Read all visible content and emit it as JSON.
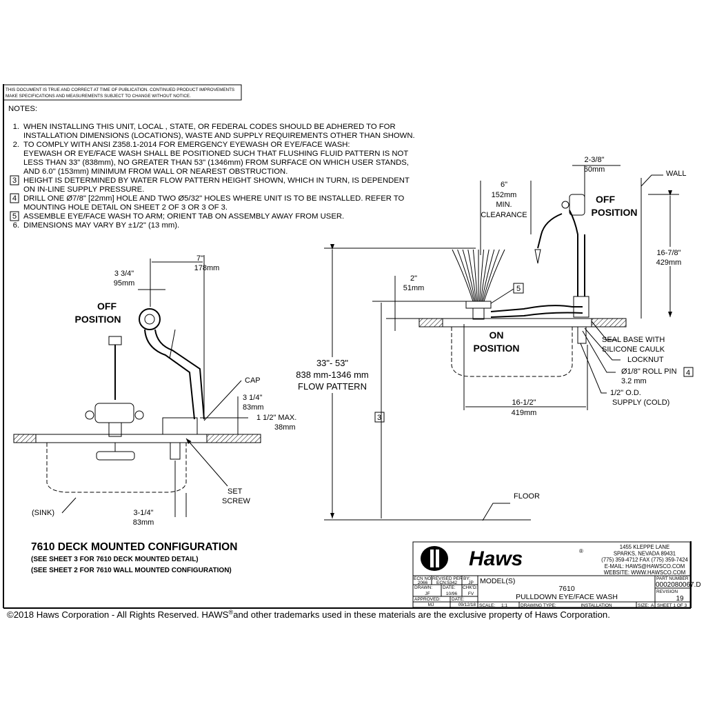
{
  "notice": [
    "THIS DOCUMENT IS TRUE AND CORRECT AT TIME OF PUBLICATION. CONTINUED PRODUCT IMPROVEMENTS",
    "MAKE SPECIFICATIONS AND MEASUREMENTS SUBJECT TO CHANGE WITHOUT NOTICE."
  ],
  "notes": {
    "heading": "NOTES:",
    "items": [
      {
        "marker": "1.",
        "boxed": false,
        "lines": [
          "WHEN INSTALLING THIS UNIT, LOCAL , STATE, OR FEDERAL CODES SHOULD BE ADHERED TO FOR",
          "INSTALLATION DIMENSIONS (LOCATIONS), WASTE AND SUPPLY REQUIREMENTS OTHER THAN SHOWN."
        ]
      },
      {
        "marker": "2.",
        "boxed": false,
        "lines": [
          "TO COMPLY WITH ANSI Z358.1-2014 FOR EMERGENCY EYEWASH OR EYE/FACE WASH:",
          "EYEWASH OR EYE/FACE WASH SHALL BE POSITIONED SUCH THAT FLUSHING FLUID PATTERN IS NOT",
          "LESS THAN 33\" (838mm), NO GREATER THAN 53\" (1346mm) FROM SURFACE ON WHICH USER STANDS,",
          "AND 6.0\" (153mm) MINIMUM FROM WALL OR NEAREST OBSTRUCTION."
        ]
      },
      {
        "marker": "3",
        "boxed": true,
        "lines": [
          "HEIGHT IS DETERMINED BY WATER FLOW PATTERN HEIGHT SHOWN, WHICH IN TURN, IS DEPENDENT",
          "ON IN-LINE SUPPLY PRESSURE."
        ]
      },
      {
        "marker": "4",
        "boxed": true,
        "lines": [
          "DRILL ONE Ø7/8\" [22mm] HOLE AND TWO Ø5/32\" HOLES WHERE UNIT IS TO BE INSTALLED. REFER TO",
          "MOUNTING HOLE DETAIL ON SHEET 2 OF 3 OR 3 OF 3."
        ]
      },
      {
        "marker": "5",
        "boxed": true,
        "lines": [
          "ASSEMBLE EYE/FACE WASH TO ARM; ORIENT TAB ON ASSEMBLY AWAY FROM USER."
        ]
      },
      {
        "marker": "6.",
        "boxed": false,
        "lines": [
          "DIMENSIONS MAY VARY BY ±1/2\" (13 mm)."
        ]
      }
    ]
  },
  "left_view": {
    "dim_7": "7\"",
    "dim_7_mm": "178mm",
    "dim_334": "3 3/4\"",
    "dim_334_mm": "95mm",
    "off_1": "OFF",
    "off_2": "POSITION",
    "cap": "CAP",
    "dim_314": "3 1/4\"",
    "dim_314_mm": "83mm",
    "dim_112": "1 1/2\" MAX.",
    "dim_112_mm": "38mm",
    "set_1": "SET",
    "set_2": "SCREW",
    "sink": "(SINK)",
    "dim_314b": "3-1/4\"",
    "dim_314b_mm": "83mm"
  },
  "center": {
    "flow_1": "33\"- 53\"",
    "flow_2": "838 mm-1346 mm",
    "flow_3": "FLOW PATTERN",
    "note_ref": "3"
  },
  "right_view": {
    "clear_1": "6\"",
    "clear_2": "152mm",
    "clear_3": "MIN.",
    "clear_4": "CLEARANCE",
    "dim_2": "2\"",
    "dim_2_mm": "51mm",
    "note_ref_5": "5",
    "dim_238": "2-3/8\"",
    "dim_238_mm": "60mm",
    "wall": "WALL",
    "off_1": "OFF",
    "off_2": "POSITION",
    "dim_1678": "16-7/8\"",
    "dim_1678_mm": "429mm",
    "on_1": "ON",
    "on_2": "POSITION",
    "seal_1": "SEAL BASE WITH",
    "seal_2": "SILICONE CAULK",
    "locknut": "LOCKNUT",
    "pin_1": "Ø1/8\" ROLL PIN",
    "pin_ref": "4",
    "pin_2": "3.2 mm",
    "supply_1": "1/2\" O.D.",
    "supply_2": "SUPPLY (COLD)",
    "dim_1612": "16-1/2\"",
    "dim_1612_mm": "419mm",
    "floor": "FLOOR"
  },
  "config": {
    "title": "7610 DECK MOUNTED CONFIGURATION",
    "lines": [
      "(SEE SHEET 3 FOR 7610 DECK MOUNTED DETAIL)",
      "(SEE SHEET 2 FOR 7610 WALL MOUNTED CONFIGURATION)"
    ]
  },
  "title_block": {
    "logo_text": "Haws",
    "registered": "®",
    "address": [
      "1455 KLEPPE LANE",
      "SPARKS, NEVADA  89431",
      "(775) 359-4712  FAX (775) 359-7424",
      "E-MAIL:  HAWS@HAWSCO.COM",
      "WEBSITE: WWW.HAWSCO.COM"
    ],
    "ecn_label": "ECN NO.",
    "ecn": "2066",
    "revised_label": "REVISED PER",
    "revised": "ECN:5342",
    "by_label": "BY:",
    "by": "JP",
    "drawn_label": "DRAWN:",
    "drawn": "JF",
    "date_label": "DATE:",
    "date": "10/96",
    "chkd_label": "CHK'D:",
    "chkd": "FV",
    "approved_label": "APPROVED:",
    "approved": "MJ",
    "date2_label": "DATE:",
    "date2": "09/12/18",
    "models_label": "MODEL(S)",
    "model": "7610",
    "description": "PULLDOWN EYE/FACE WASH",
    "part_label": "PART NUMBER",
    "part": "0002080067.D",
    "revision_label": "REVISION",
    "revision": "19",
    "scale_label": "SCALE:",
    "scale": "1:1",
    "type_label": "DRAWING TYPE:",
    "type": "INSTALLATION",
    "size_label": "SIZE:",
    "size": "A",
    "sheet": "SHEET  1  OF  3"
  },
  "copyright": {
    "pre": "©2018 Haws Corporation - All Rights Reserved.  HAWS",
    "sup": "®",
    "post": "and other trademarks used in these materials are the exclusive property of Haws Corporation."
  }
}
